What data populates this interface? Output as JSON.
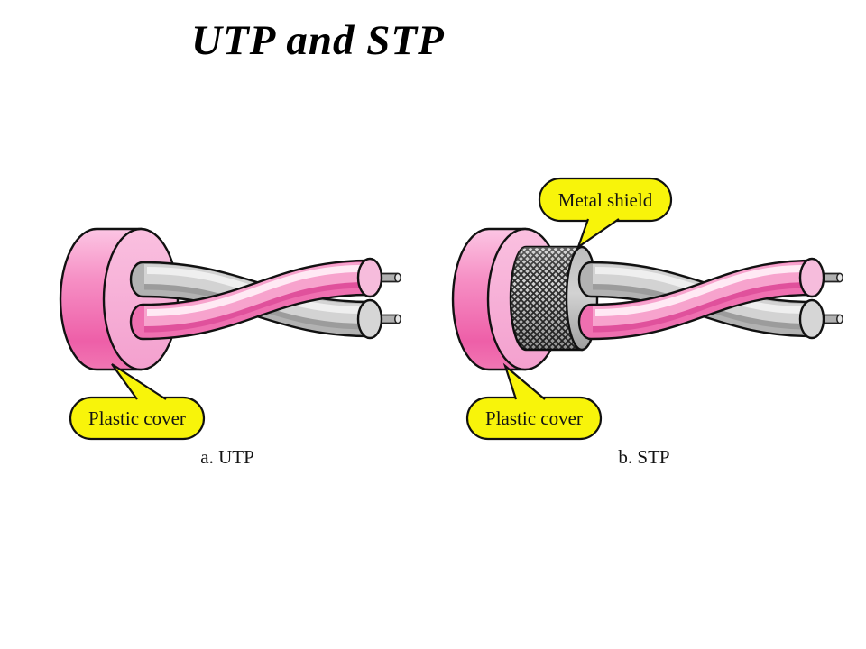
{
  "slide": {
    "title": "UTP and STP"
  },
  "utp": {
    "caption": "a. UTP",
    "plastic_cover_label": "Plastic cover"
  },
  "stp": {
    "caption": "b. STP",
    "plastic_cover_label": "Plastic cover",
    "metal_shield_label": "Metal shield"
  },
  "colors": {
    "background": "#ffffff",
    "title_text": "#000000",
    "callout_yellow": "#f8f40a",
    "outline_black": "#111111",
    "cover_pink_dark": "#ee5fa8",
    "cover_pink_light": "#fcc6e4",
    "cover_face_pink": "#f8b5d9",
    "wire_pink": "#ef6fb0",
    "wire_pink_highlight": "#ffe9f4",
    "wire_gray": "#b2b2b2",
    "wire_gray_highlight": "#efefef",
    "shield_mesh_gray": "#d2d2d2",
    "shield_mesh_line": "#2e2e2e",
    "shield_face_gray": "#bdbdbd",
    "label_text": "#141414"
  }
}
